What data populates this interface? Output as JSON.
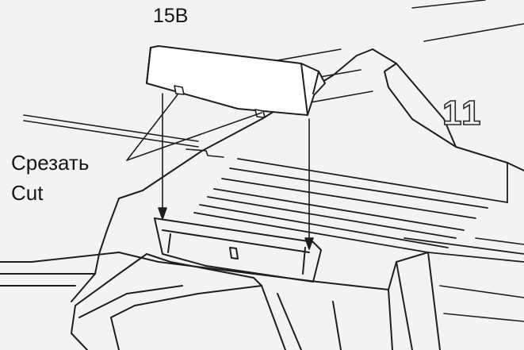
{
  "labels": {
    "part": "15B",
    "cut_ru": "Срезать",
    "cut_en": "Cut",
    "step": "11"
  },
  "colors": {
    "background": "#f3f3f1",
    "line": "#1e1e1e",
    "part_fill": "#ffffff"
  }
}
